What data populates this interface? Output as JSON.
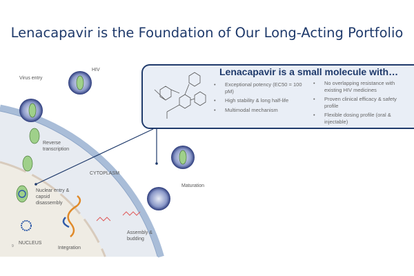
{
  "slide": {
    "title": "Lenacapavir is the Foundation of Our Long-Acting Portfolio",
    "page_number": "9"
  },
  "callout": {
    "title": "Lenacapavir is a small molecule with…",
    "left_bullets": [
      "Exceptional potency (EC50 = 100 pM)",
      "High stability & long half-life",
      "Multimodal mechanism"
    ],
    "right_bullets": [
      "No overlapping resistance with existing HIV medicines",
      "Proven clinical efficacy & safety profile",
      "Flexible dosing profile (oral & injectable)"
    ]
  },
  "diagram": {
    "labels": {
      "hiv": "HIV",
      "virus_entry": "Virus entry",
      "reverse_transcription": "Reverse transcription",
      "cytoplasm": "CYTOPLASM",
      "nuclear_entry": "Nuclear entry & capsid disassembly",
      "nucleus": "NUCLEUS",
      "integration": "Integration",
      "assembly": "Assembly & budding",
      "maturation": "Maturation"
    }
  },
  "colors": {
    "title": "#1f3a6b",
    "membrane": "#a9bdd8",
    "capsid": "#9fd08a"
  }
}
